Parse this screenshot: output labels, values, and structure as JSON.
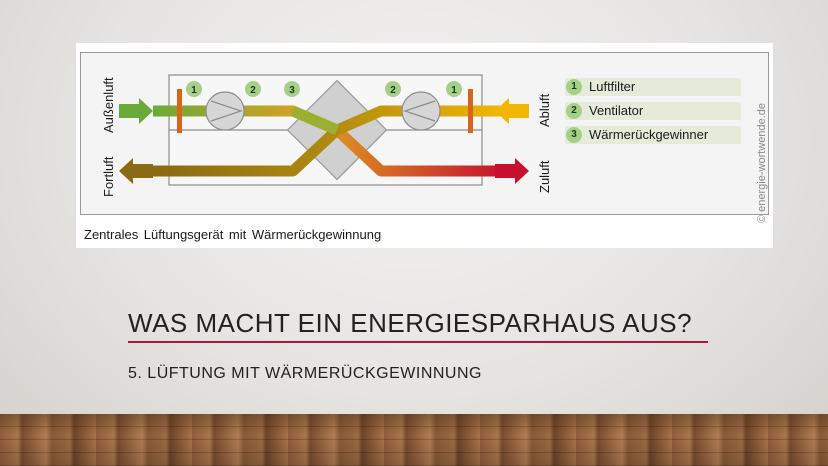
{
  "diagram": {
    "labels": {
      "aussenluft": "Außenluft",
      "fortluft": "Fortluft",
      "abluft": "Abluft",
      "zuluft": "Zuluft"
    },
    "markers": [
      "1",
      "2",
      "3",
      "2",
      "1"
    ],
    "legend": [
      {
        "num": "1",
        "label": "Luftfilter"
      },
      {
        "num": "2",
        "label": "Ventilator"
      },
      {
        "num": "3",
        "label": "Wärmerückgewinner"
      }
    ],
    "copyright": "© energie-wortwende.de",
    "caption": "Zentrales Lüftungsgerät mit Wärmerückgewinnung",
    "colors": {
      "green": "#6aaa3a",
      "yellow": "#f2b705",
      "red": "#c8102e",
      "brown": "#8a6a12",
      "filter": "#d9641e",
      "marker": "#a6cf8a",
      "accent_rule": "#b5123e"
    }
  },
  "slide": {
    "title": "WAS MACHT EIN ENERGIESPARHAUS AUS?",
    "subtitle": "5. LÜFTUNG MIT WÄRMERÜCKGEWINNUNG"
  }
}
